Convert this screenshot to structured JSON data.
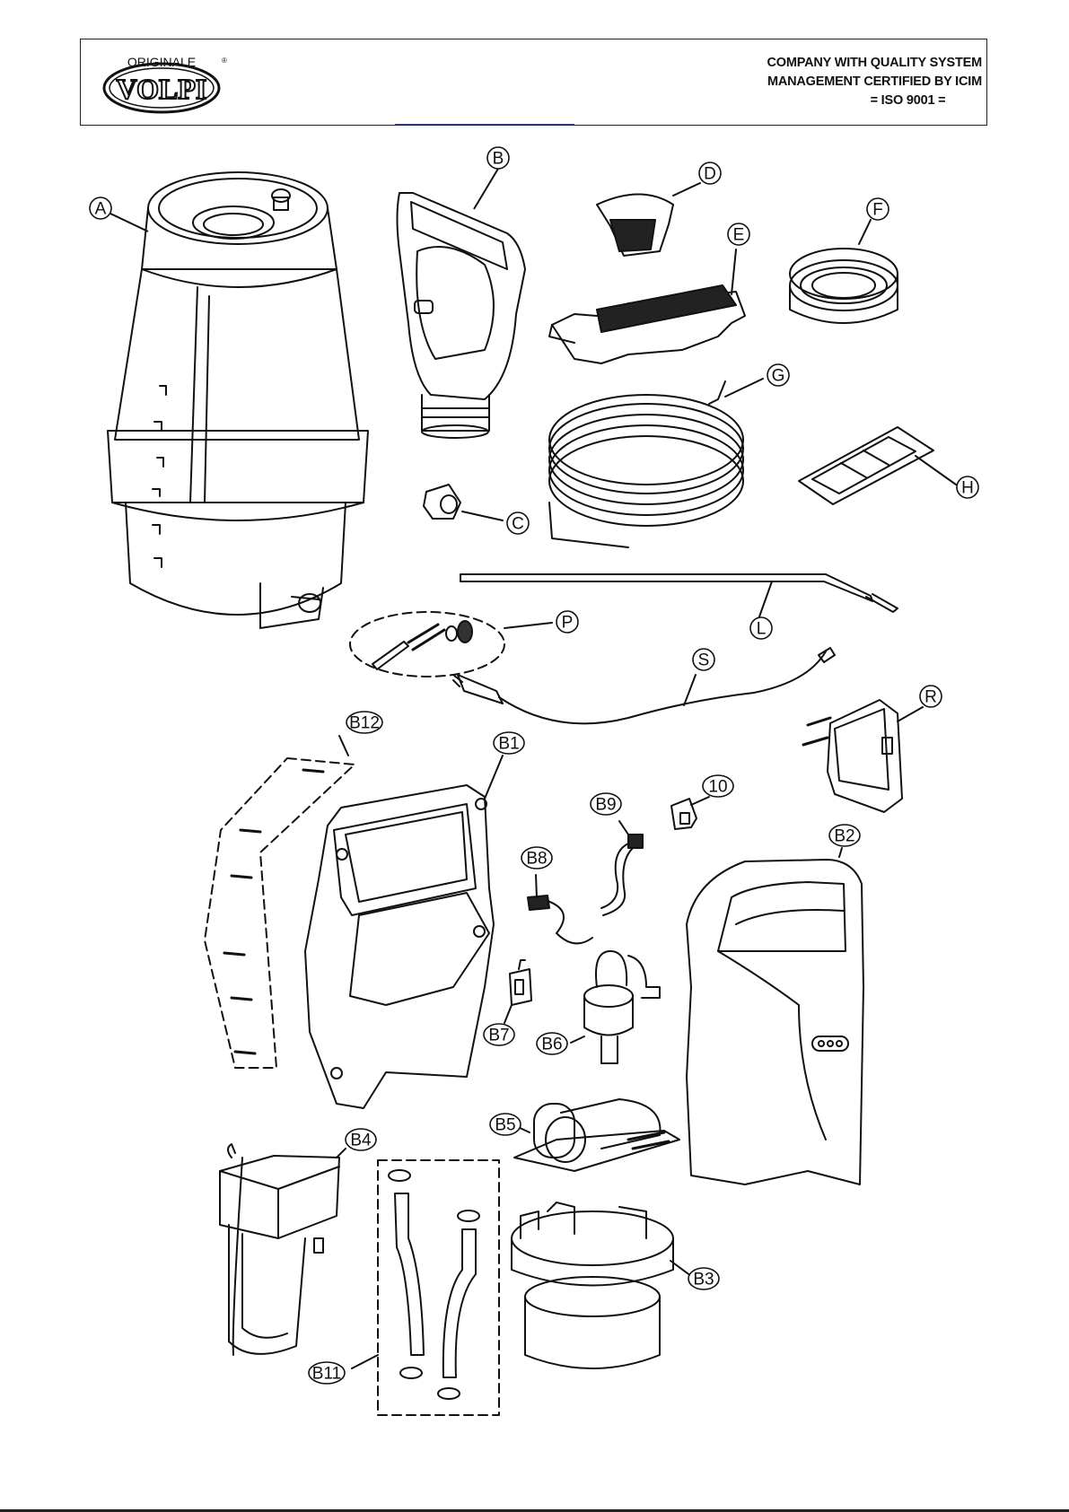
{
  "header": {
    "logo": {
      "top_text": "ORIGINALE",
      "brand": "VOLPI",
      "mark": "®"
    },
    "certification": {
      "line1": "COMPANY WITH QUALITY SYSTEM",
      "line2": "MANAGEMENT CERTIFIED BY ICIM",
      "line3": "= ISO 9001 ="
    }
  },
  "parts": [
    {
      "id": "A",
      "label": "A"
    },
    {
      "id": "B",
      "label": "B"
    },
    {
      "id": "C",
      "label": "C"
    },
    {
      "id": "D",
      "label": "D"
    },
    {
      "id": "E",
      "label": "E"
    },
    {
      "id": "F",
      "label": "F"
    },
    {
      "id": "G",
      "label": "G"
    },
    {
      "id": "H",
      "label": "H"
    },
    {
      "id": "L",
      "label": "L"
    },
    {
      "id": "P",
      "label": "P"
    },
    {
      "id": "S",
      "label": "S"
    },
    {
      "id": "R",
      "label": "R"
    },
    {
      "id": "B12",
      "label": "B12"
    },
    {
      "id": "B1",
      "label": "B1"
    },
    {
      "id": "10",
      "label": "10"
    },
    {
      "id": "B9",
      "label": "B9"
    },
    {
      "id": "B2",
      "label": "B2"
    },
    {
      "id": "B8",
      "label": "B8"
    },
    {
      "id": "B7",
      "label": "B7"
    },
    {
      "id": "B6",
      "label": "B6"
    },
    {
      "id": "B5",
      "label": "B5"
    },
    {
      "id": "B4",
      "label": "B4"
    },
    {
      "id": "B3",
      "label": "B3"
    },
    {
      "id": "B11",
      "label": "B11"
    }
  ]
}
